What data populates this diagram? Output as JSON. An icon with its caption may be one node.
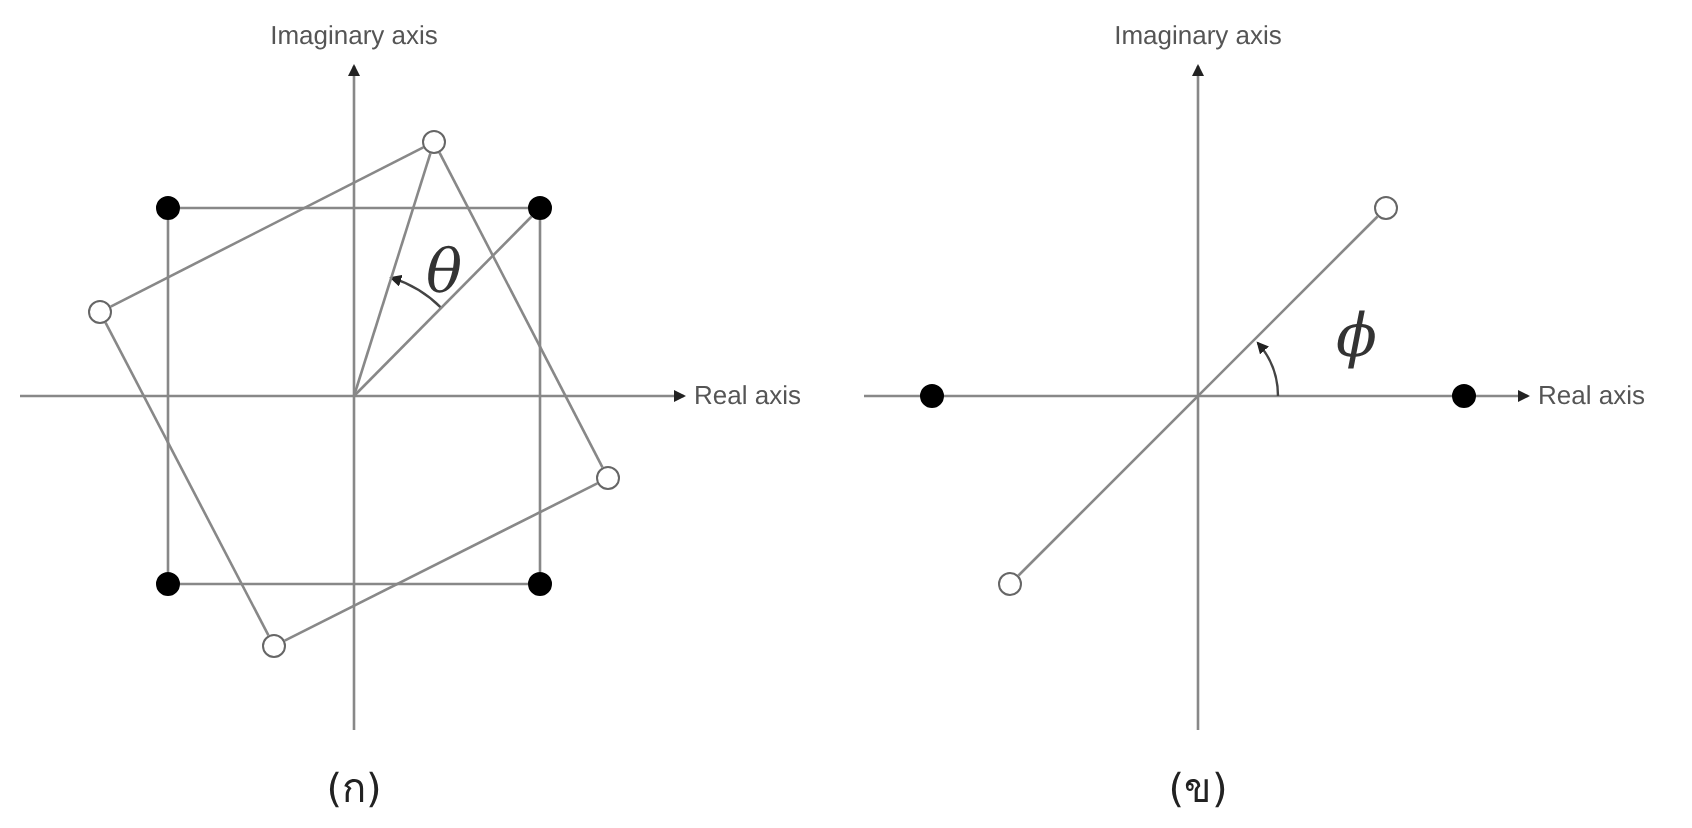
{
  "diagram": {
    "nodes": [
      {
        "text": [],
        "shape": "circle"
      },
      {
        "text": [],
        "shape": "circle"
      },
      {
        "text": [],
        "shape": "circle"
      },
      {
        "text": [],
        "shape": "circle"
      },
      {
        "text": [],
        "shape": "circle"
      },
      {
        "text": [],
        "shape": "circle"
      },
      {
        "text": [],
        "shape": "circle"
      },
      {
        "text": [],
        "shape": "circle"
      },
      {
        "text": [],
        "shape": "circle"
      },
      {
        "text": [],
        "shape": "circle"
      },
      {
        "text": [],
        "shape": "circle"
      },
      {
        "text": [],
        "shape": "circle"
      }
    ],
    "edges": [
      {
        "from": 1,
        "to": 2,
        "arrow": "none"
      },
      {
        "from": 2,
        "to": 6,
        "arrow": "none"
      },
      {
        "from": 6,
        "to": 5,
        "arrow": "none"
      },
      {
        "from": 5,
        "to": 1,
        "arrow": "none"
      },
      {
        "from": 0,
        "to": 3,
        "arrow": "none"
      },
      {
        "from": 3,
        "to": 7,
        "arrow": "none"
      },
      {
        "from": 7,
        "to": 4,
        "arrow": "none"
      },
      {
        "from": 4,
        "to": 0,
        "arrow": "none"
      },
      {
        "from": null,
        "to": 0,
        "arrow": "none"
      },
      {
        "from": null,
        "to": 2,
        "arrow": "none"
      },
      {
        "from": 11,
        "to": 8,
        "arrow": "none"
      }
    ],
    "labels": [
      "Imaginary axis",
      "θ",
      "Real axis",
      "(ก)",
      "Imaginary axis",
      "ϕ",
      "Real axis",
      "(ข)"
    ]
  }
}
